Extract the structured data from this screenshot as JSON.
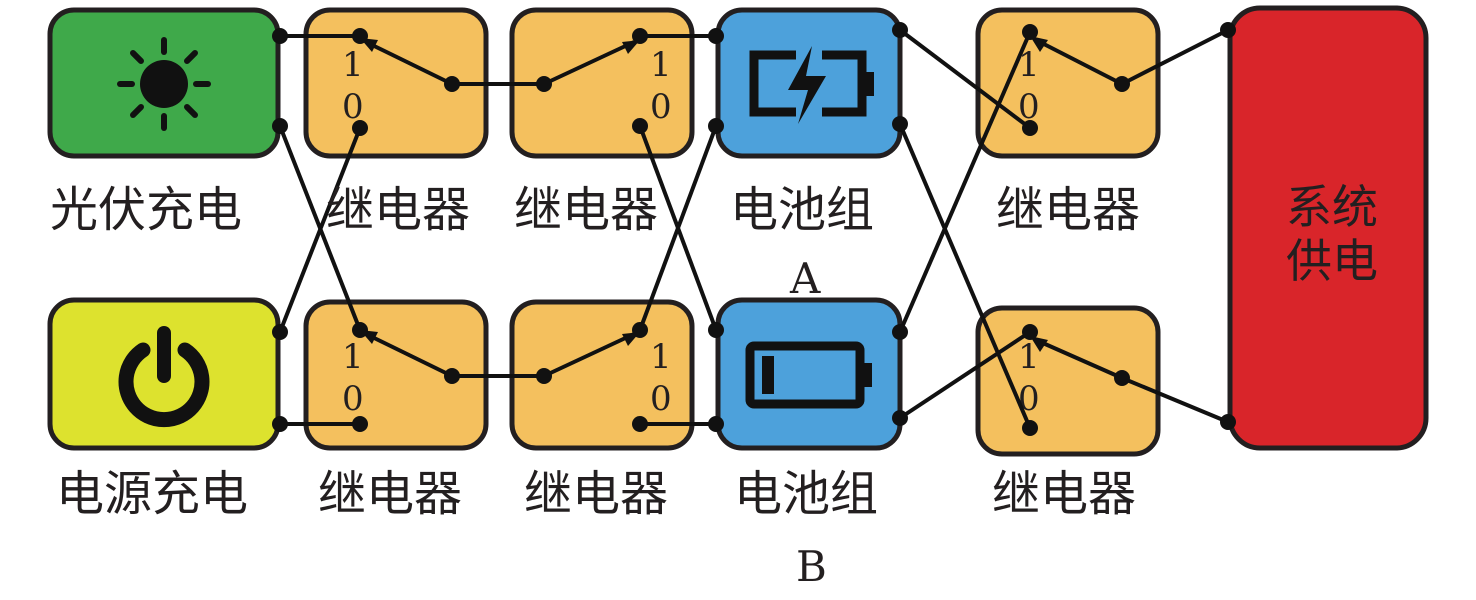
{
  "sources": {
    "pv_label": "光伏充电",
    "mains_label": "电源充电"
  },
  "relays": {
    "label": "继电器",
    "pos_1": "1",
    "pos_0": "0"
  },
  "batteries": {
    "a_label": "电池组",
    "a_suffix": "A",
    "b_label": "电池组",
    "b_suffix": "B"
  },
  "system": {
    "line1": "系统",
    "line2": "供电"
  },
  "colors": {
    "pv_green": "#3fa94a",
    "mains_yellow": "#dde22e",
    "relay_orange": "#f4c05e",
    "battery_blue": "#4da1db",
    "system_red": "#d9252a",
    "outline": "#231f20"
  },
  "icons": {
    "pv": "sun-icon",
    "mains": "power-icon",
    "battery_a": "battery-charging-icon",
    "battery_b": "battery-low-icon"
  }
}
